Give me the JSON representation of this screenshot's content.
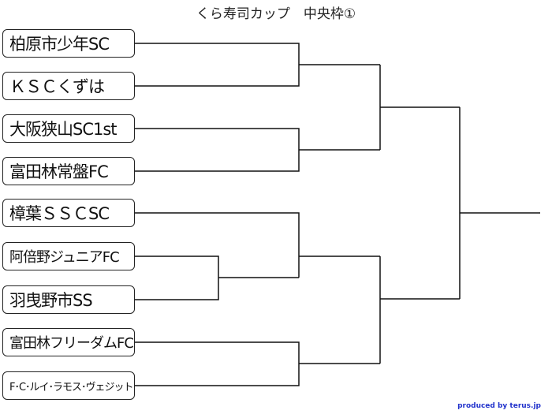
{
  "title": "くら寿司カップ　中央枠①",
  "teams": [
    "柏原市少年SC",
    "ＫＳＣくずは",
    "大阪狭山SC1st",
    "富田林常盤FC",
    "樟葉ＳＳＣSC",
    "阿倍野ジュニアFC",
    "羽曳野市SS",
    "富田林フリーダムFC",
    "F･C･ルイ･ラモス･ヴェジット"
  ],
  "credit": "produced by terus.jp"
}
